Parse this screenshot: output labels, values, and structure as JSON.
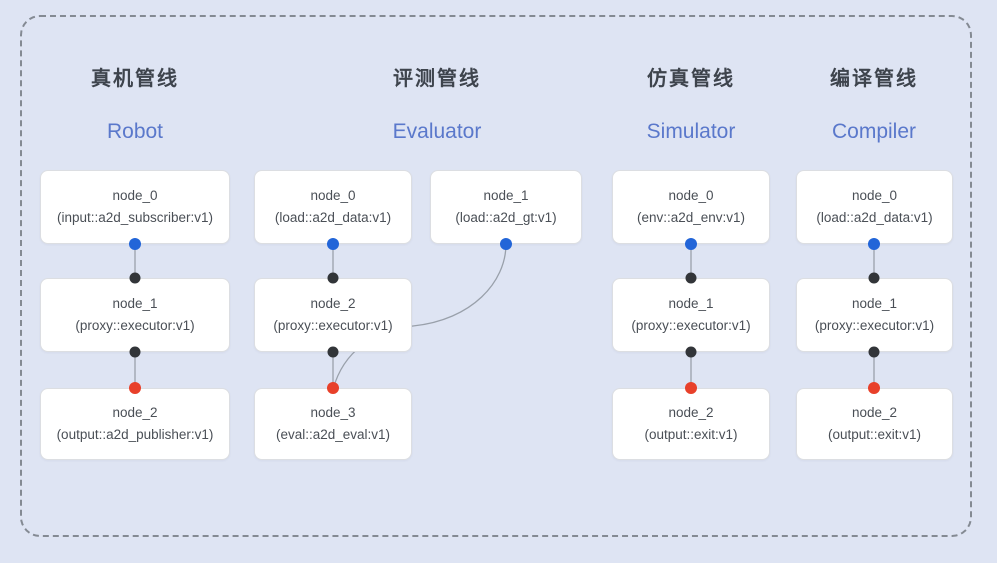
{
  "diagram": {
    "background": "#dee4f3",
    "frame_border_color": "#848a93",
    "colors": {
      "edge": "#99a0aa",
      "blue_port": "#2265d8",
      "dark_port": "#323539",
      "red_port": "#e8402a",
      "node_bg": "#ffffff",
      "node_border": "#dcdee2",
      "cn_title": "#3e444d",
      "en_title": "#5a78cb",
      "node_text": "#4a4f56"
    },
    "pipelines": [
      {
        "id": "robot",
        "title_cn": "真机管线",
        "title_en": "Robot",
        "nodes": [
          {
            "name": "node_0",
            "type": "(input::a2d_subscriber:v1)"
          },
          {
            "name": "node_1",
            "type": "(proxy::executor:v1)"
          },
          {
            "name": "node_2",
            "type": "(output::a2d_publisher:v1)"
          }
        ]
      },
      {
        "id": "evaluator",
        "title_cn": "评测管线",
        "title_en": "Evaluator",
        "nodes": [
          {
            "name": "node_0",
            "type": "(load::a2d_data:v1)"
          },
          {
            "name": "node_1",
            "type": "(load::a2d_gt:v1)"
          },
          {
            "name": "node_2",
            "type": "(proxy::executor:v1)"
          },
          {
            "name": "node_3",
            "type": "(eval::a2d_eval:v1)"
          }
        ]
      },
      {
        "id": "simulator",
        "title_cn": "仿真管线",
        "title_en": "Simulator",
        "nodes": [
          {
            "name": "node_0",
            "type": "(env::a2d_env:v1)"
          },
          {
            "name": "node_1",
            "type": "(proxy::executor:v1)"
          },
          {
            "name": "node_2",
            "type": "(output::exit:v1)"
          }
        ]
      },
      {
        "id": "compiler",
        "title_cn": "编译管线",
        "title_en": "Compiler",
        "nodes": [
          {
            "name": "node_0",
            "type": "(load::a2d_data:v1)"
          },
          {
            "name": "node_1",
            "type": "(proxy::executor:v1)"
          },
          {
            "name": "node_2",
            "type": "(output::exit:v1)"
          }
        ]
      }
    ]
  }
}
